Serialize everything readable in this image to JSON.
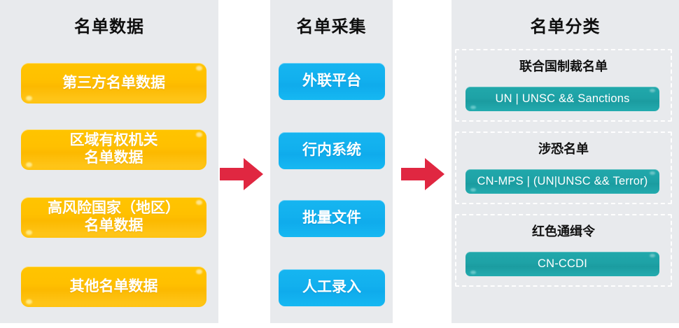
{
  "theme": {
    "column_bg": "#e8eaed",
    "page_bg": "#ffffff",
    "yellow": "#ffc000",
    "blue": "#12b0ee",
    "teal": "#1ea2a6",
    "arrow_red": "#e02741",
    "title_color": "#0f0f0f"
  },
  "columns": {
    "data": {
      "title": "名单数据",
      "items": [
        {
          "label": "第三方名单数据"
        },
        {
          "label": "区域有权机关\n名单数据"
        },
        {
          "label": "高风险国家（地区）\n名单数据"
        },
        {
          "label": "其他名单数据"
        }
      ]
    },
    "collect": {
      "title": "名单采集",
      "items": [
        {
          "label": "外联平台"
        },
        {
          "label": "行内系统"
        },
        {
          "label": "批量文件"
        },
        {
          "label": "人工录入"
        }
      ]
    },
    "classify": {
      "title": "名单分类",
      "groups": [
        {
          "title": "联合国制裁名单",
          "tag": "UN | UNSC && Sanctions"
        },
        {
          "title": "涉恐名单",
          "tag": "CN-MPS | (UN|UNSC && Terror)"
        },
        {
          "title": "红色通缉令",
          "tag": "CN-CCDI"
        }
      ]
    }
  },
  "arrows": [
    {
      "name": "data-to-collect",
      "direction": "right"
    },
    {
      "name": "collect-to-classify",
      "direction": "right"
    }
  ]
}
